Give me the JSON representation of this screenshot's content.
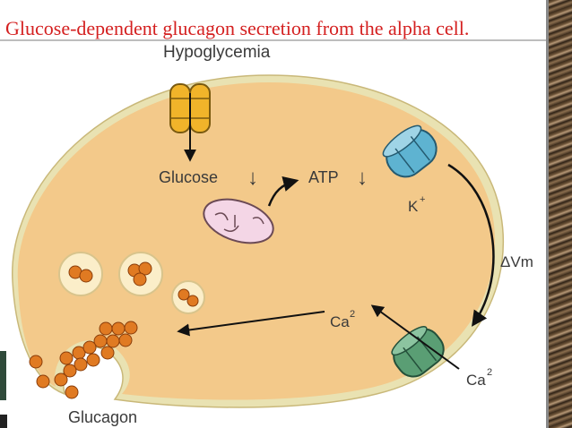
{
  "slide": {
    "title": "Glucose-dependent glucagon secretion from the alpha cell."
  },
  "diagram": {
    "labels": {
      "hypoglycemia": "Hypoglycemia",
      "glucose": "Glucose",
      "glucose_arrow": "↓",
      "atp": "ATP",
      "atp_arrow": "↓",
      "k_ion": "K",
      "k_sup": "+",
      "delta_vm": "ΔVm",
      "ca_inside": "Ca",
      "ca_inside_sup": "2",
      "ca_outside": "Ca",
      "ca_outside_sup": "2",
      "glucagon": "Glucagon"
    },
    "colors": {
      "cytoplasm": "#f3c98a",
      "membrane": "#e9e2b2",
      "granule": "#e07a22",
      "glucose_transporter": "#f1b42a",
      "k_channel": "#5eb3d1",
      "ca_channel": "#5a9e74",
      "mitochondrion": "#f4d6e6"
    }
  }
}
